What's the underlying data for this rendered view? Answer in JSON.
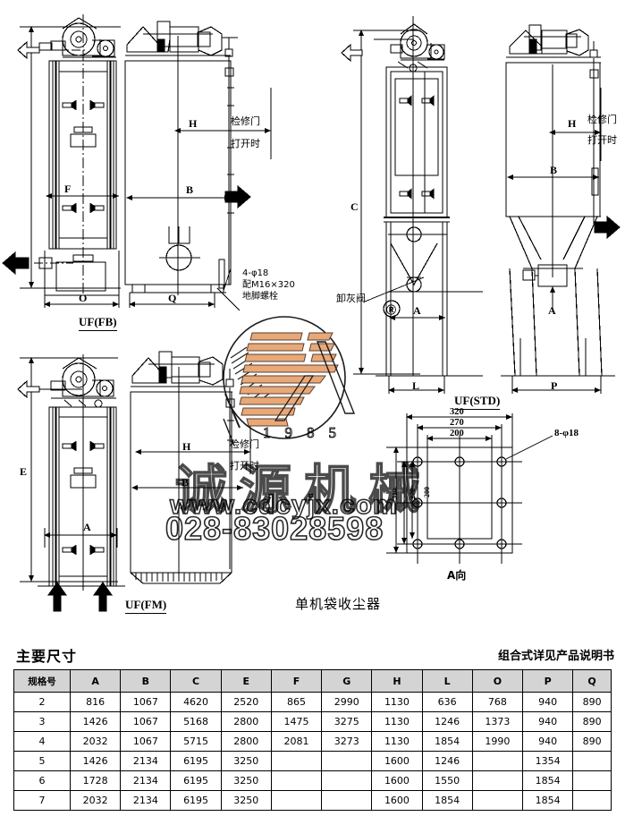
{
  "drawing": {
    "title": "单机袋收尘器",
    "views": {
      "fb": "UF(FB)",
      "std": "UF(STD)",
      "fm": "UF(FM)",
      "detail": "A向"
    },
    "annotations": {
      "access_door_line1": "检修门",
      "access_door_line2": "打开时",
      "anchor_note_line1": "4-φ18",
      "anchor_note_line2": "配M16×320",
      "anchor_note_line3": "地脚螺栓",
      "ash_valve": "卸灰阀",
      "registered_mark": "Ⓡ",
      "holes_8": "8-φ18"
    },
    "dim_letters": {
      "H": "H",
      "B": "B",
      "F": "F",
      "O": "O",
      "Q": "Q",
      "C": "C",
      "A": "A",
      "L": "L",
      "P": "P",
      "E": "E"
    },
    "detail_dims": [
      "320",
      "270",
      "200"
    ],
    "detail_dims_vertical": [
      "310",
      "270",
      "200"
    ]
  },
  "watermark": {
    "company_cn": "诚源机械",
    "url": "www.cdcyjx.com",
    "phone": "028-83028598",
    "year": "1985",
    "logo_colors": {
      "stripe": "#e8a878",
      "stripe_dark": "#5a4030"
    }
  },
  "table": {
    "heading": "主要尺寸",
    "note": "组合式详见产品说明书",
    "columns": [
      "规格号",
      "A",
      "B",
      "C",
      "E",
      "F",
      "G",
      "H",
      "L",
      "O",
      "P",
      "Q"
    ],
    "rows": [
      [
        "2",
        "816",
        "1067",
        "4620",
        "2520",
        "865",
        "2990",
        "1130",
        "636",
        "768",
        "940",
        "890"
      ],
      [
        "3",
        "1426",
        "1067",
        "5168",
        "2800",
        "1475",
        "3275",
        "1130",
        "1246",
        "1373",
        "940",
        "890"
      ],
      [
        "4",
        "2032",
        "1067",
        "5715",
        "2800",
        "2081",
        "3273",
        "1130",
        "1854",
        "1990",
        "940",
        "890"
      ],
      [
        "5",
        "1426",
        "2134",
        "6195",
        "3250",
        "",
        "",
        "1600",
        "1246",
        "",
        "1354",
        ""
      ],
      [
        "6",
        "1728",
        "2134",
        "6195",
        "3250",
        "",
        "",
        "1600",
        "1550",
        "",
        "1854",
        ""
      ],
      [
        "7",
        "2032",
        "2134",
        "6195",
        "3250",
        "",
        "",
        "1600",
        "1854",
        "",
        "1854",
        ""
      ]
    ]
  },
  "colors": {
    "background": "#ffffff",
    "line": "#000000",
    "header_fill": "#d4d4d4",
    "logo_orange": "#e8a878"
  }
}
